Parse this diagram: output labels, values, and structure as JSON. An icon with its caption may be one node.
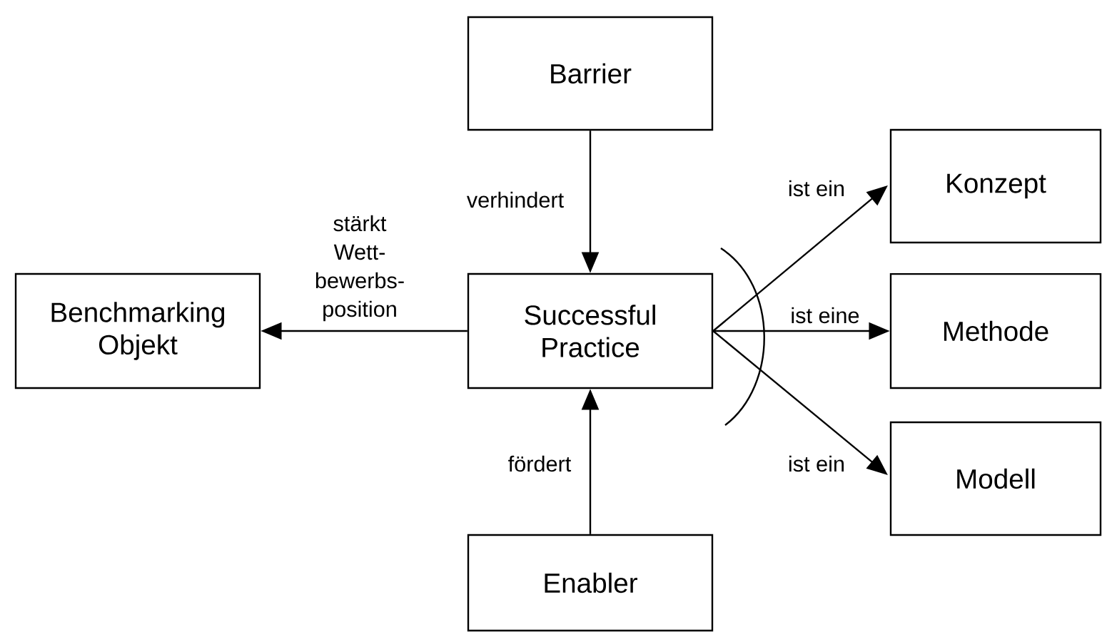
{
  "diagram": {
    "nodes": [
      {
        "text": [
          "Barrier"
        ]
      },
      {
        "text": [
          "Benchmarking Objekt"
        ]
      },
      {
        "text": [
          "Successful Practice"
        ]
      },
      {
        "text": [
          "Konzept"
        ]
      },
      {
        "text": [
          "Methode"
        ]
      },
      {
        "text": [
          "Modell"
        ]
      },
      {
        "text": [
          "Enabler"
        ]
      }
    ],
    "edges": [
      {
        "from": 0,
        "to": 2,
        "arrow": "to",
        "label": "verhindert"
      },
      {
        "from": 2,
        "to": 1,
        "arrow": "to",
        "label": "stärkt Wett- bewerbs- position"
      },
      {
        "from": 2,
        "to": 3,
        "arrow": "to",
        "label": "ist ein"
      },
      {
        "from": 2,
        "to": 4,
        "arrow": "to",
        "label": "ist eine"
      },
      {
        "from": 2,
        "to": 5,
        "arrow": "to",
        "label": "ist ein"
      },
      {
        "from": 6,
        "to": 2,
        "arrow": "to",
        "label": "fördert"
      }
    ]
  }
}
